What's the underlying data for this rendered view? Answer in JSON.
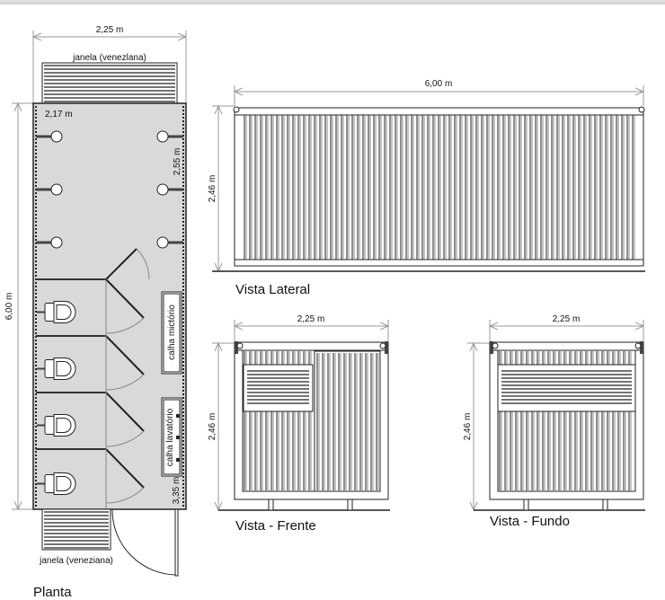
{
  "plan": {
    "width_dim": "2,25 m",
    "length_dim": "6,00 m",
    "top_window": "janela (venezlana)",
    "bottom_window": "janela (veneziana)",
    "inner_width": "2,17 m",
    "urinal_area": "2,55 m",
    "wc_area": "3,35 m",
    "urinal_trough": "calha mictório",
    "sink_trough": "calha lavatório",
    "title": "Planta"
  },
  "side_view": {
    "width_dim": "6,00 m",
    "height_dim": "2,46 m",
    "title": "Vista Lateral"
  },
  "front_view": {
    "width_dim": "2,25 m",
    "height_dim": "2,46 m",
    "title": "Vista - Frente"
  },
  "back_view": {
    "width_dim": "2,25 m",
    "height_dim": "2,46 m",
    "title": "Vista - Fundo"
  },
  "colors": {
    "floor": "#d9d9d9",
    "line": "#222222",
    "dim": "#999999"
  }
}
